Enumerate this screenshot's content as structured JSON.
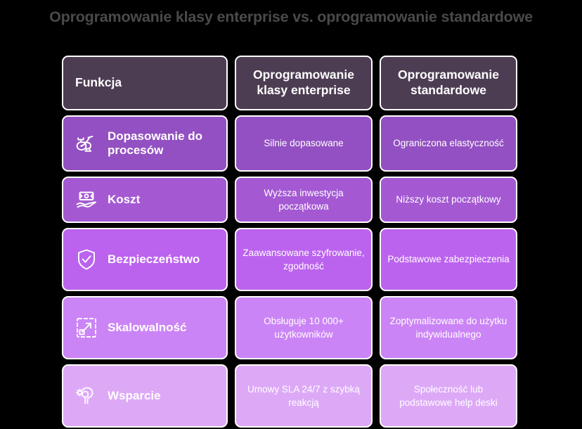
{
  "title": "Oprogramowanie klasy enterprise vs. oprogramowanie standardowe",
  "colors": {
    "background": "#000000",
    "title_text": "#4a4a4a",
    "header_cell": "#4d3d52",
    "cell_border": "#ffffff",
    "cell_text": "#ffffff",
    "row1": "#9350c2",
    "row2": "#a459d3",
    "row3": "#bb63ee",
    "row4": "#cb84f5",
    "row5": "#dda9f7"
  },
  "table": {
    "header": {
      "feature": "Funkcja",
      "enterprise": "Oprogramowanie klasy enterprise",
      "standard": "Oprogramowanie standardowe"
    },
    "rows": [
      {
        "icon": "exercise-bike-icon",
        "feature": "Dopasowanie do procesów",
        "enterprise": "Silnie dopasowane",
        "standard": "Ograniczona elastyczność",
        "color": "#9350c2"
      },
      {
        "icon": "money-in-hand-icon",
        "feature": "Koszt",
        "enterprise": "Wyższa inwestycja początkowa",
        "standard": "Niższy koszt początkowy",
        "color": "#a459d3"
      },
      {
        "icon": "shield-check-icon",
        "feature": "Bezpieczeństwo",
        "enterprise": "Zaawansowane szyfrowanie, zgodność",
        "standard": "Podstawowe zabezpieczenia",
        "color": "#bb63ee"
      },
      {
        "icon": "scale-expand-icon",
        "feature": "Skalowalność",
        "enterprise": "Obsługuje 10 000+ użytkowników",
        "standard": "Zoptymalizowane do użytku indywidualnego",
        "color": "#cb84f5"
      },
      {
        "icon": "head-gear-support-icon",
        "feature": "Wsparcie",
        "enterprise": "Umowy SLA 24/7 z szybką reakcją",
        "standard": "Społeczność lub podstawowe help deski",
        "color": "#dda9f7"
      }
    ]
  }
}
